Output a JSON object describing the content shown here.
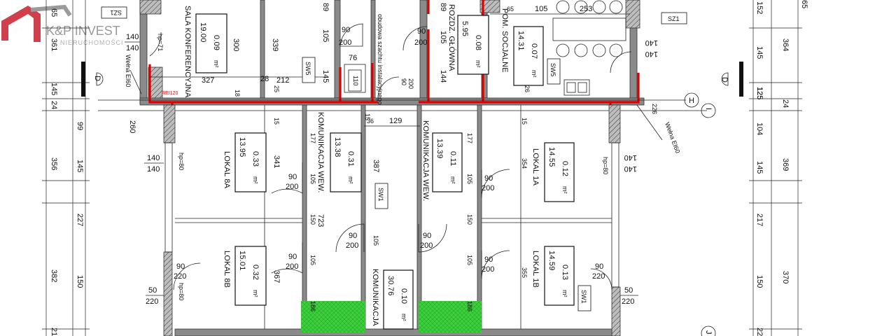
{
  "logo": {
    "name": "K&P INVEST",
    "sub": "NIERUCHOMOŚCI"
  },
  "rooms": {
    "sala": {
      "name": "SALA KONFERENCYJNA",
      "area": "19.00",
      "coef": "0.09",
      "unit": "m²"
    },
    "rozdz": {
      "name": "ROZDZ. GŁÓWNA",
      "area": "5.95",
      "coef": "0.08",
      "unit": "m²"
    },
    "socjalne": {
      "name": "POM. SOCJALNE",
      "area": "14.31",
      "coef": "0.07",
      "unit": "m²"
    },
    "lokal8a": {
      "name": "LOKAL 8A",
      "area": "13.95",
      "coef": "0.33",
      "unit": "m²"
    },
    "kom_left": {
      "name": "KOMUNIKACJA WEW.",
      "area": "13.38",
      "coef": "0.31",
      "unit": "m²"
    },
    "kom_right": {
      "name": "KOMUNIKACJA WEW.",
      "area": "13.39",
      "coef": "0.11",
      "unit": "m²"
    },
    "lokal1a": {
      "name": "LOKAL 1A",
      "area": "14.55",
      "coef": "0.12",
      "unit": "m²"
    },
    "lokal8b": {
      "name": "LOKAL 8B",
      "area": "15.01",
      "coef": "0.32",
      "unit": "m²"
    },
    "kom_bottom": {
      "name": "KOMUNIKACJA",
      "area": "30.76",
      "coef": "0.10",
      "unit": "m²"
    },
    "lokal1b": {
      "name": "LOKAL 1B",
      "area": "14.59",
      "coef": "0.13",
      "unit": "m²"
    }
  },
  "labels": {
    "sz1_left": "SZ1",
    "sz1_right": "SZ1",
    "sw5_left": "SW5",
    "sw5_right": "SW5",
    "sw1_mid": "SW1",
    "sw1_right": "SW1",
    "obudowa": "obudowa szachtu instalacyjnego",
    "welna": "Wełna EI60",
    "welna_left": "Wełna EI60",
    "ei120": "REI120",
    "d": "D",
    "h": "H",
    "i": "I",
    "j": "J",
    "hp": "hp=80",
    "hp71": "hp=71"
  },
  "dims_left_outer": [
    "65",
    "361",
    "145",
    "24",
    "356",
    "382",
    "21"
  ],
  "dims_left_inner": [
    "99",
    "145",
    "227",
    "150"
  ],
  "dims_right_outer": [
    "65",
    "364",
    "125",
    "24",
    "369",
    "370",
    "22"
  ],
  "dims_right_inner": [
    "152",
    "145",
    "125",
    "104",
    "145",
    "217",
    "150"
  ],
  "doors": {
    "d90_200": "90",
    "d200": "200",
    "d140": "140",
    "d90_220": "90",
    "d220": "220",
    "d50": "50"
  },
  "misc_dims": {
    "d300": "300",
    "d339": "339",
    "d327": "327",
    "d212": "212",
    "d28": "28",
    "d25": "25",
    "d89a": "89",
    "d105": "105",
    "d145": "145",
    "d76": "76",
    "d110": "110",
    "d89b": "89",
    "d105b": "105",
    "d144": "144",
    "d65": "65",
    "d253": "253",
    "d26": "26",
    "d226": "226",
    "d260": "260",
    "d341": "341",
    "d367": "367",
    "d177": "177",
    "d105c": "105",
    "d150": "150",
    "d186": "186",
    "d387": "387",
    "d36": "36",
    "d129": "129",
    "d354": "354",
    "d355": "355",
    "d15": "15",
    "d18": "18",
    "d723": "723"
  }
}
